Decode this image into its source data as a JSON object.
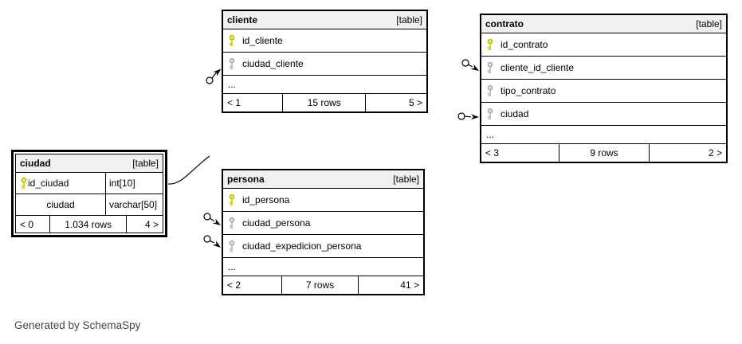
{
  "caption": "Generated by SchemaSpy",
  "colors": {
    "primary_key_icon": "#c9c900",
    "foreign_key_icon": "#b4b4b4",
    "header_bg": "#f0f0f0",
    "border": "#000000"
  },
  "tables": {
    "cliente": {
      "name": "cliente",
      "tag": "[table]",
      "rows": [
        {
          "label": "id_cliente",
          "key": "primary"
        },
        {
          "label": "ciudad_cliente",
          "key": "foreign"
        }
      ],
      "more": "...",
      "footer": {
        "prev": "< 1",
        "rows": "15 rows",
        "next": "5 >"
      }
    },
    "contrato": {
      "name": "contrato",
      "tag": "[table]",
      "rows": [
        {
          "label": "id_contrato",
          "key": "primary"
        },
        {
          "label": "cliente_id_cliente",
          "key": "foreign"
        },
        {
          "label": "tipo_contrato",
          "key": "foreign"
        },
        {
          "label": "ciudad",
          "key": "foreign"
        }
      ],
      "more": "...",
      "footer": {
        "prev": "< 3",
        "rows": "9 rows",
        "next": "2 >"
      }
    },
    "ciudad": {
      "name": "ciudad",
      "tag": "[table]",
      "highlighted": true,
      "rows": [
        {
          "label": "id_ciudad",
          "type": "int[10]",
          "key": "primary"
        },
        {
          "label": "ciudad",
          "type": "varchar[50]",
          "key": "none"
        }
      ],
      "footer": {
        "prev": "< 0",
        "rows": "1.034 rows",
        "next": "4 >"
      }
    },
    "persona": {
      "name": "persona",
      "tag": "[table]",
      "rows": [
        {
          "label": "id_persona",
          "key": "primary"
        },
        {
          "label": "ciudad_persona",
          "key": "foreign"
        },
        {
          "label": "ciudad_expedicion_persona",
          "key": "foreign"
        }
      ],
      "more": "...",
      "footer": {
        "prev": "< 2",
        "rows": "7 rows",
        "next": "41 >"
      }
    }
  },
  "relationships": [
    {
      "from": "ciudad.id_ciudad",
      "to": "cliente.ciudad_cliente"
    },
    {
      "from": "ciudad.id_ciudad",
      "to": "contrato.cliente_id_cliente"
    },
    {
      "from": "ciudad.id_ciudad",
      "to": "contrato.ciudad"
    },
    {
      "from": "ciudad.id_ciudad",
      "to": "persona.ciudad_persona"
    },
    {
      "from": "ciudad.id_ciudad",
      "to": "persona.ciudad_expedicion_persona"
    }
  ]
}
